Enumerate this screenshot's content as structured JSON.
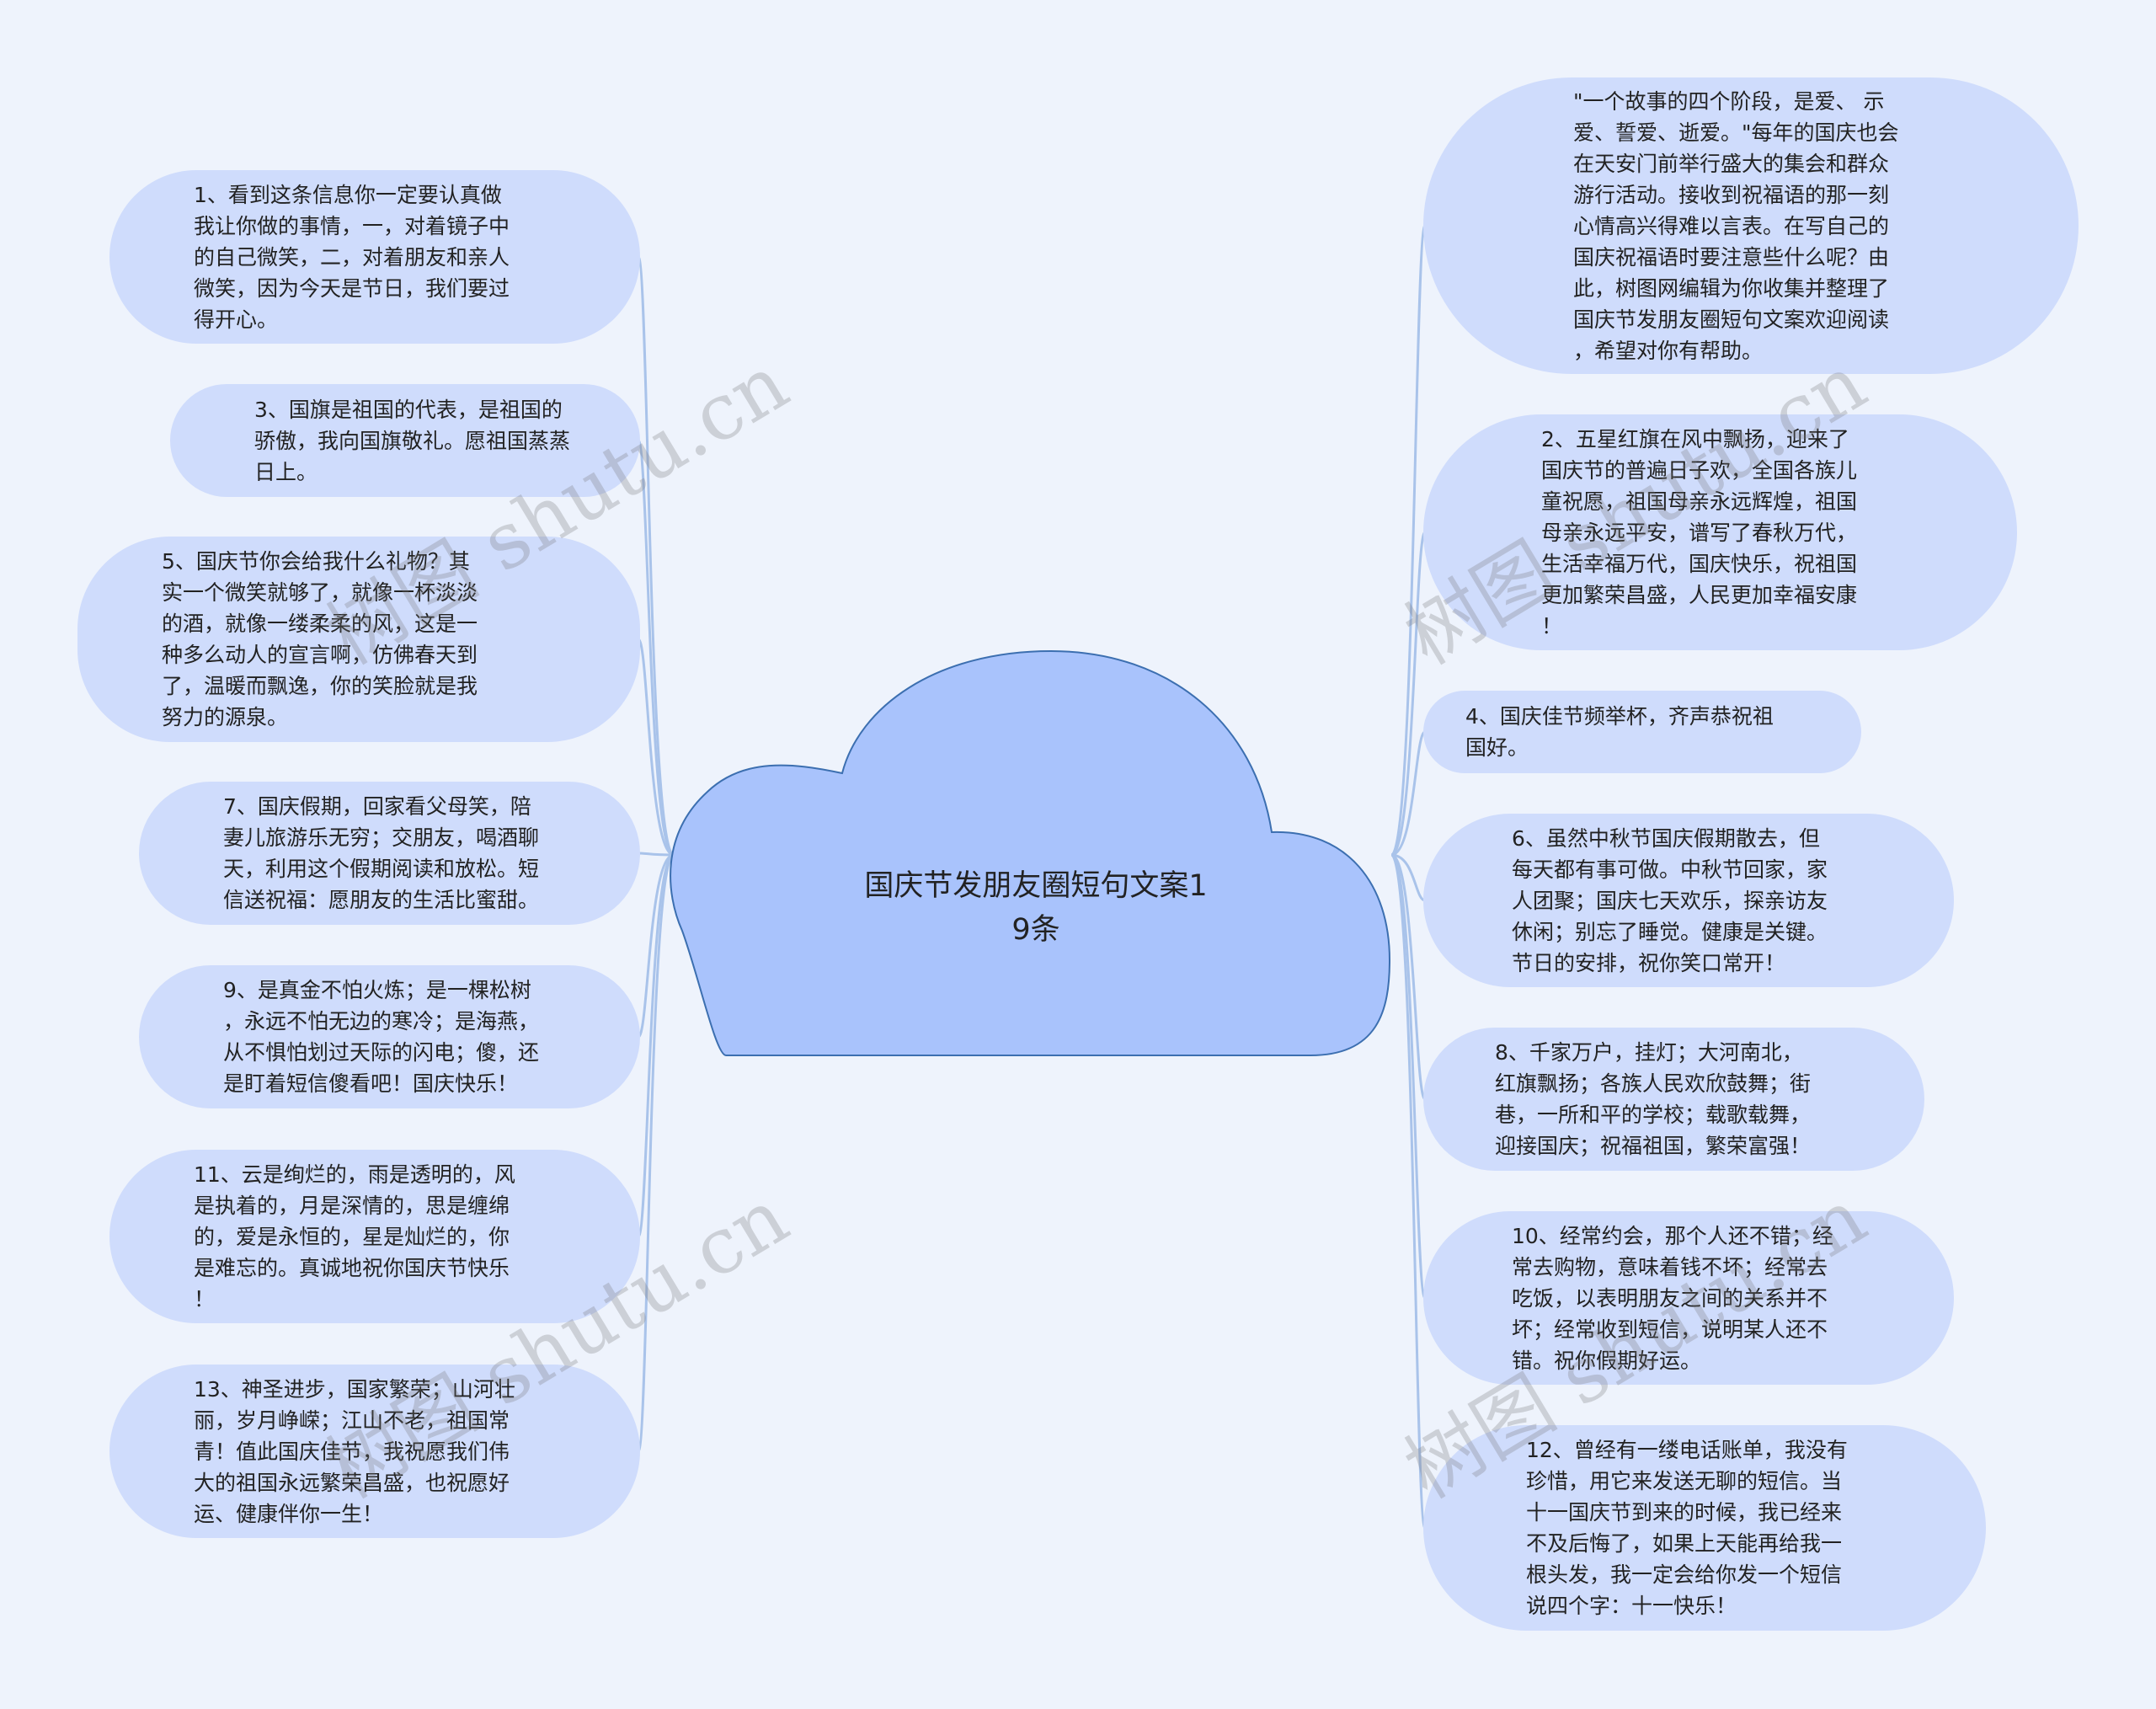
{
  "center": {
    "title": "国庆节发朋友圈短句文案1\n9条"
  },
  "watermark": "树图 shutu.cn",
  "left_nodes": [
    {
      "id": "n1",
      "text": "1、看到这条信息你一定要认真做\n我让你做的事情，一，对着镜子中\n的自己微笑，二，对着朋友和亲人\n微笑，因为今天是节日，我们要过\n得开心。"
    },
    {
      "id": "n3",
      "text": "3、国旗是祖国的代表，是祖国的\n骄傲，我向国旗敬礼。愿祖国蒸蒸\n日上。"
    },
    {
      "id": "n5",
      "text": "5、国庆节你会给我什么礼物？其\n实一个微笑就够了，就像一杯淡淡\n的酒，就像一缕柔柔的风，这是一\n种多么动人的宣言啊，仿佛春天到\n了，温暖而飘逸，你的笑脸就是我\n努力的源泉。"
    },
    {
      "id": "n7",
      "text": "7、国庆假期，回家看父母笑，陪\n妻儿旅游乐无穷；交朋友，喝酒聊\n天，利用这个假期阅读和放松。短\n信送祝福：愿朋友的生活比蜜甜。"
    },
    {
      "id": "n9",
      "text": "9、是真金不怕火炼；是一棵松树\n，永远不怕无边的寒冷；是海燕，\n从不惧怕划过天际的闪电；傻，还\n是盯着短信傻看吧！国庆快乐！"
    },
    {
      "id": "n11",
      "text": "11、云是绚烂的，雨是透明的，风\n是执着的，月是深情的，思是缠绵\n的，爱是永恒的，星是灿烂的，你\n是难忘的。真诚地祝你国庆节快乐\n！"
    },
    {
      "id": "n13",
      "text": "13、神圣进步，国家繁荣；山河壮\n丽，岁月峥嵘；江山不老，祖国常\n青！值此国庆佳节，我祝愿我们伟\n大的祖国永远繁荣昌盛，也祝愿好\n运、健康伴你一生！"
    }
  ],
  "right_nodes": [
    {
      "id": "intro",
      "text": "\"一个故事的四个阶段，是爱、 示\n爱、誓爱、逝爱。\"每年的国庆也会\n在天安门前举行盛大的集会和群众\n游行活动。接收到祝福语的那一刻\n心情高兴得难以言表。在写自己的\n国庆祝福语时要注意些什么呢？由\n此，树图网编辑为你收集并整理了\n国庆节发朋友圈短句文案欢迎阅读\n，希望对你有帮助。"
    },
    {
      "id": "n2",
      "text": "2、五星红旗在风中飘扬，迎来了\n国庆节的普遍日子欢，全国各族儿\n童祝愿，祖国母亲永远辉煌，祖国\n母亲永远平安，谱写了春秋万代，\n生活幸福万代，国庆快乐，祝祖国\n更加繁荣昌盛，人民更加幸福安康\n！"
    },
    {
      "id": "n4",
      "text": "4、国庆佳节频举杯，齐声恭祝祖\n国好。"
    },
    {
      "id": "n6",
      "text": "6、虽然中秋节国庆假期散去，但\n每天都有事可做。中秋节回家，家\n人团聚；国庆七天欢乐，探亲访友\n休闲；别忘了睡觉。健康是关键。\n节日的安排，祝你笑口常开！"
    },
    {
      "id": "n8",
      "text": "8、千家万户，挂灯；大河南北，\n红旗飘扬；各族人民欢欣鼓舞；街\n巷，一所和平的学校；载歌载舞，\n迎接国庆；祝福祖国，繁荣富强！"
    },
    {
      "id": "n10",
      "text": "10、经常约会，那个人还不错；经\n常去购物，意味着钱不坏；经常去\n吃饭，以表明朋友之间的关系并不\n坏；经常收到短信，说明某人还不\n错。祝你假期好运。"
    },
    {
      "id": "n12",
      "text": "12、曾经有一缕电话账单，我没有\n珍惜，用它来发送无聊的短信。当\n十一国庆节到来的时候，我已经来\n不及后悔了，如果上天能再给我一\n根头发，我一定会给你发一个短信\n说四个字：十一快乐！"
    }
  ],
  "colors": {
    "background": "#eef3fc",
    "node_fill": "#cfdcfc",
    "center_fill": "#a9c3fc",
    "center_stroke": "#3c6fb0",
    "connector": "#a9c3ea"
  }
}
